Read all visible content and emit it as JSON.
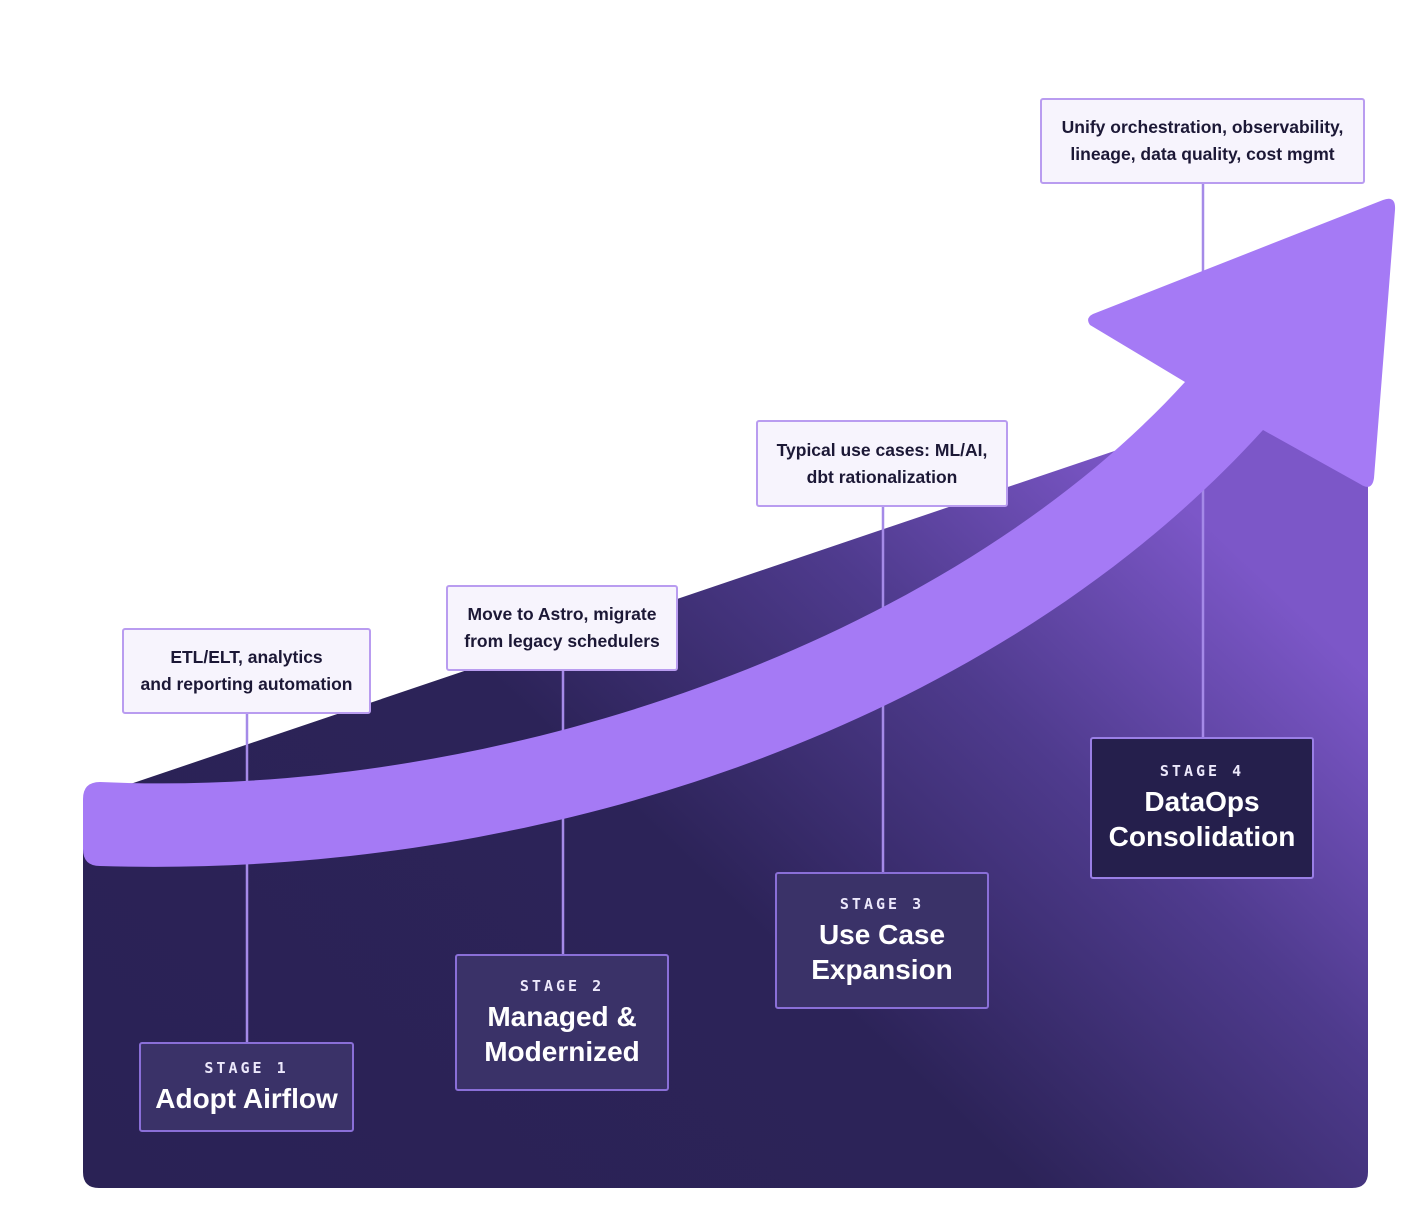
{
  "colors": {
    "background_dark": "#2a2255",
    "background_light": "#7a55c4",
    "arrow": "#a57af5",
    "connector": "#a58ae8",
    "note_border": "#b99cf0",
    "note_fill": "#f7f4fd"
  },
  "stages": [
    {
      "stage_label": "STAGE 1",
      "title": "Adopt Airflow",
      "description": "ETL/ELT, analytics\nand reporting automation"
    },
    {
      "stage_label": "STAGE 2",
      "title": "Managed &\nModernized",
      "description": "Move to Astro, migrate\nfrom legacy schedulers"
    },
    {
      "stage_label": "STAGE 3",
      "title": "Use Case\nExpansion",
      "description": "Typical use cases: ML/AI,\ndbt rationalization"
    },
    {
      "stage_label": "STAGE 4",
      "title": "DataOps\nConsolidation",
      "description": "Unify orchestration, observability,\nlineage, data quality, cost mgmt"
    }
  ]
}
